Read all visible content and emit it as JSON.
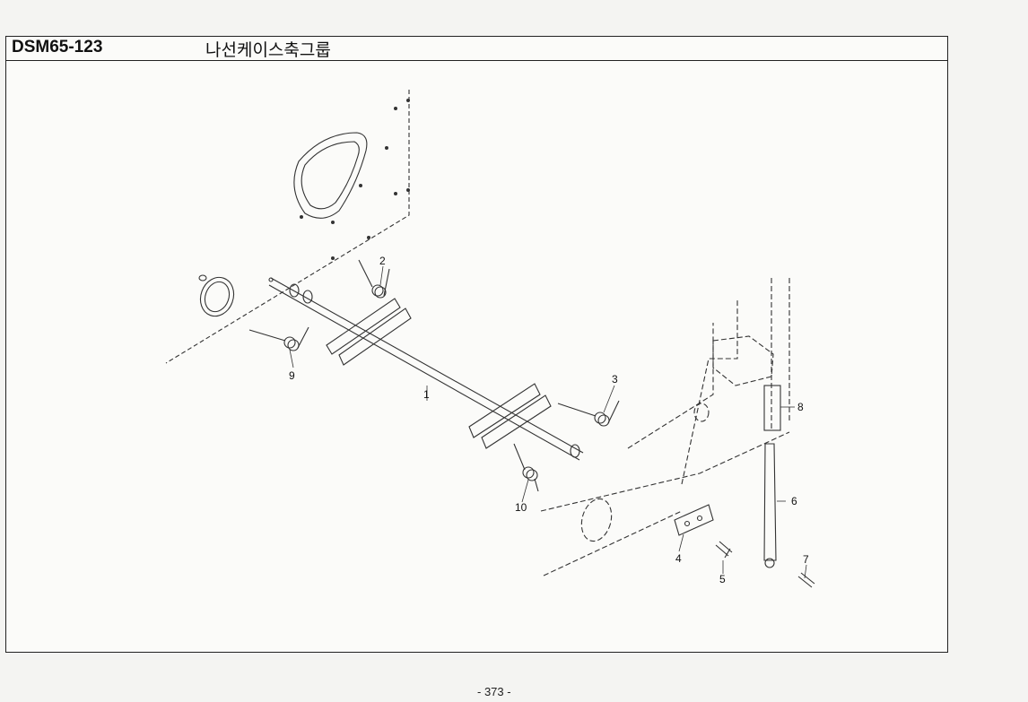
{
  "header": {
    "model_code": "DSM65-123",
    "title": "나선케이스축그룹"
  },
  "callouts": [
    "1",
    "2",
    "3",
    "4",
    "5",
    "6",
    "7",
    "8",
    "9",
    "10"
  ],
  "footer": {
    "page_number": "- 373 -"
  }
}
